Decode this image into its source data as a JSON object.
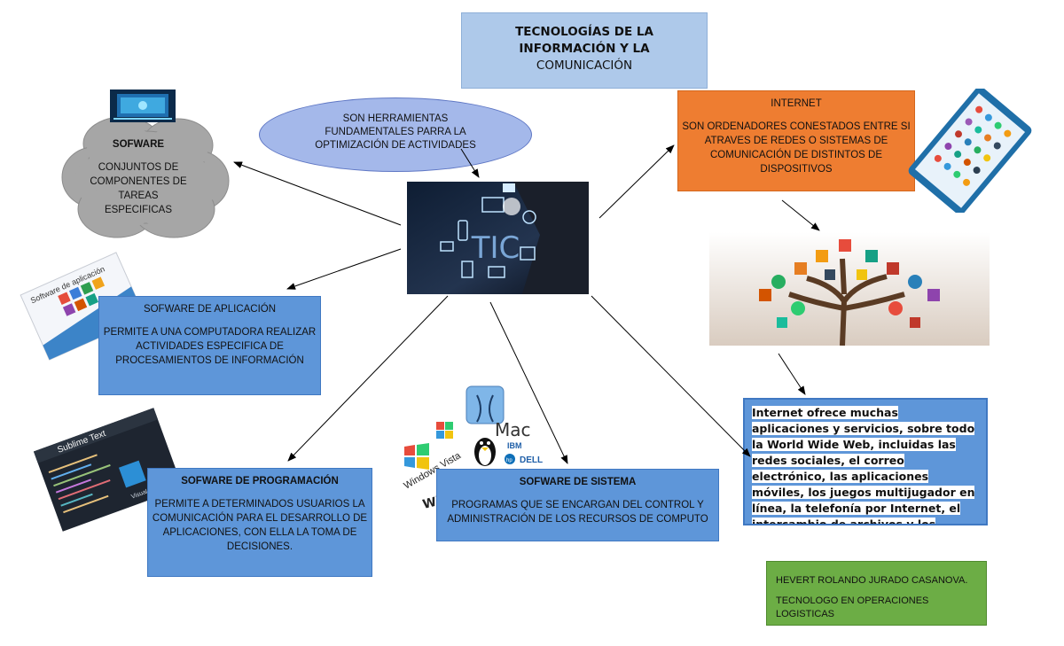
{
  "title": {
    "line1": "TECNOLOGÍAS DE LA",
    "line2": "INFORMACIÓN Y LA",
    "line3": "COMUNICACIÓN"
  },
  "definition": {
    "text": "SON HERRAMIENTAS FUNDAMENTALES PARRA LA OPTIMIZACIÓN DE ACTIVIDADES"
  },
  "center": {
    "label": "TIC"
  },
  "software": {
    "heading": "SOFWARE",
    "body": "CONJUNTOS DE COMPONENTES DE TAREAS ESPECIFICAS"
  },
  "application": {
    "heading": "SOFWARE DE APLICACIÓN",
    "body": "PERMITE A UNA COMPUTADORA REALIZAR ACTIVIDADES ESPECIFICA DE PROCESAMIENTOS DE INFORMACIÓN",
    "image_caption": "Software de aplicación"
  },
  "programming": {
    "heading": "SOFWARE DE PROGRAMACIÓN",
    "body": "PERMITE A DETERMINADOS USUARIOS LA COMUNICACIÓN PARA EL DESARROLLO DE APLICACIONES, CON ELLA LA TOMA DE DECISIONES.",
    "image_caption": "Sublime Text",
    "image_sub": "Visual Studio Code"
  },
  "system": {
    "heading": "SOFWARE DE SISTEMA",
    "body": "PROGRAMAS QUE SE ENCARGAN DEL CONTROL Y ADMINISTRACIÓN DE LOS RECURSOS DE COMPUTO",
    "logos": {
      "vista": "Windows Vista",
      "xp": "Windows XP",
      "mac": "Mac",
      "ibm": "IBM",
      "dell": "DELL",
      "hp": "hp"
    }
  },
  "internet": {
    "heading": "INTERNET",
    "body": "SON ORDENADORES CONESTADOS ENTRE SI ATRAVES DE REDES O SISTEMAS DE COMUNICACIÓN DE DISTINTOS DE DISPOSITIVOS"
  },
  "internet_detail": {
    "text": "Internet ofrece muchas aplicaciones y servicios, sobre todo la World Wide Web, incluidas las redes sociales, el correo electrónico, las aplicaciones móviles, los juegos multijugador en línea, la telefonía por Internet, el intercambio de archivos y los"
  },
  "author": {
    "name": "HEVERT ROLANDO JURADO CASANOVA.",
    "role": "TECNOLOGO EN OPERACIONES LOGISTICAS"
  },
  "colors": {
    "title_bg": "#aec9ea",
    "ellipse_bg": "#a4b8ea",
    "cloud": "#a6a6a6",
    "blue_box": "#5e96d9",
    "orange_box": "#ee7d31",
    "green_box": "#6cad45"
  }
}
